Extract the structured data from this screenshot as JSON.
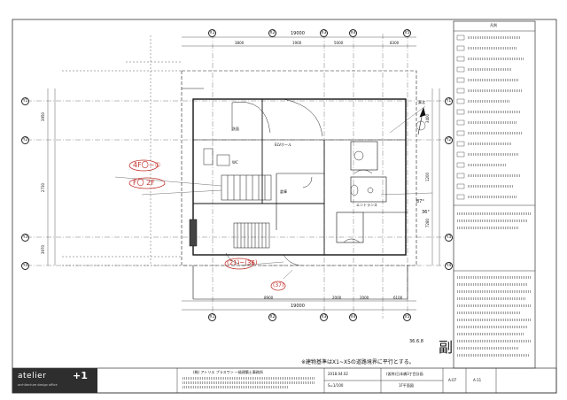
{
  "grid": {
    "columns": [
      "X1",
      "X2",
      "X3",
      "X4",
      "X5"
    ],
    "rows": [
      "Y1",
      "Y2",
      "Y3",
      "Y4"
    ]
  },
  "dimensions": {
    "top_total": "19000",
    "top_segments": [
      "3800",
      "1900",
      "5000",
      "8300"
    ],
    "bottom_total": "19000",
    "bottom_segments": [
      "8900",
      "2000",
      "2000",
      "6100"
    ],
    "left_vertical": [
      "3950",
      "2730",
      "3970"
    ],
    "right_vertical": [
      "3400",
      "1200",
      "7280"
    ]
  },
  "rooms": {
    "lobby": "ELVホール",
    "bath": "洗面",
    "storage": "倉庫",
    "wc": "WC",
    "entrance": "エントランス"
  },
  "annotations": {
    "red_1": "4F〇~①",
    "red_2": "F〇 2F",
    "red_3": "(21)~(36)",
    "red_4": "(37)",
    "angle_1": "87°",
    "angle_2": "36°",
    "north_label": "真北",
    "sign_1": "36.6.8",
    "seal": "副",
    "bottom_note": "※建物基準はX1~X5の道路境界に平行とする。"
  },
  "title_block": {
    "logo_text": "atelier",
    "logo_plus": "+1",
    "logo_sub": "architecture design office",
    "company": "(株) アトリエ プラスワン 一級建築士事務所",
    "date": "2018.04.02",
    "scale": "S=1/100",
    "project": "(仮称)日本橋3丁目計画",
    "drawing_title": "1F平面図",
    "sheet_no": "A-07",
    "page": "A-11"
  },
  "legend_title": "凡例"
}
